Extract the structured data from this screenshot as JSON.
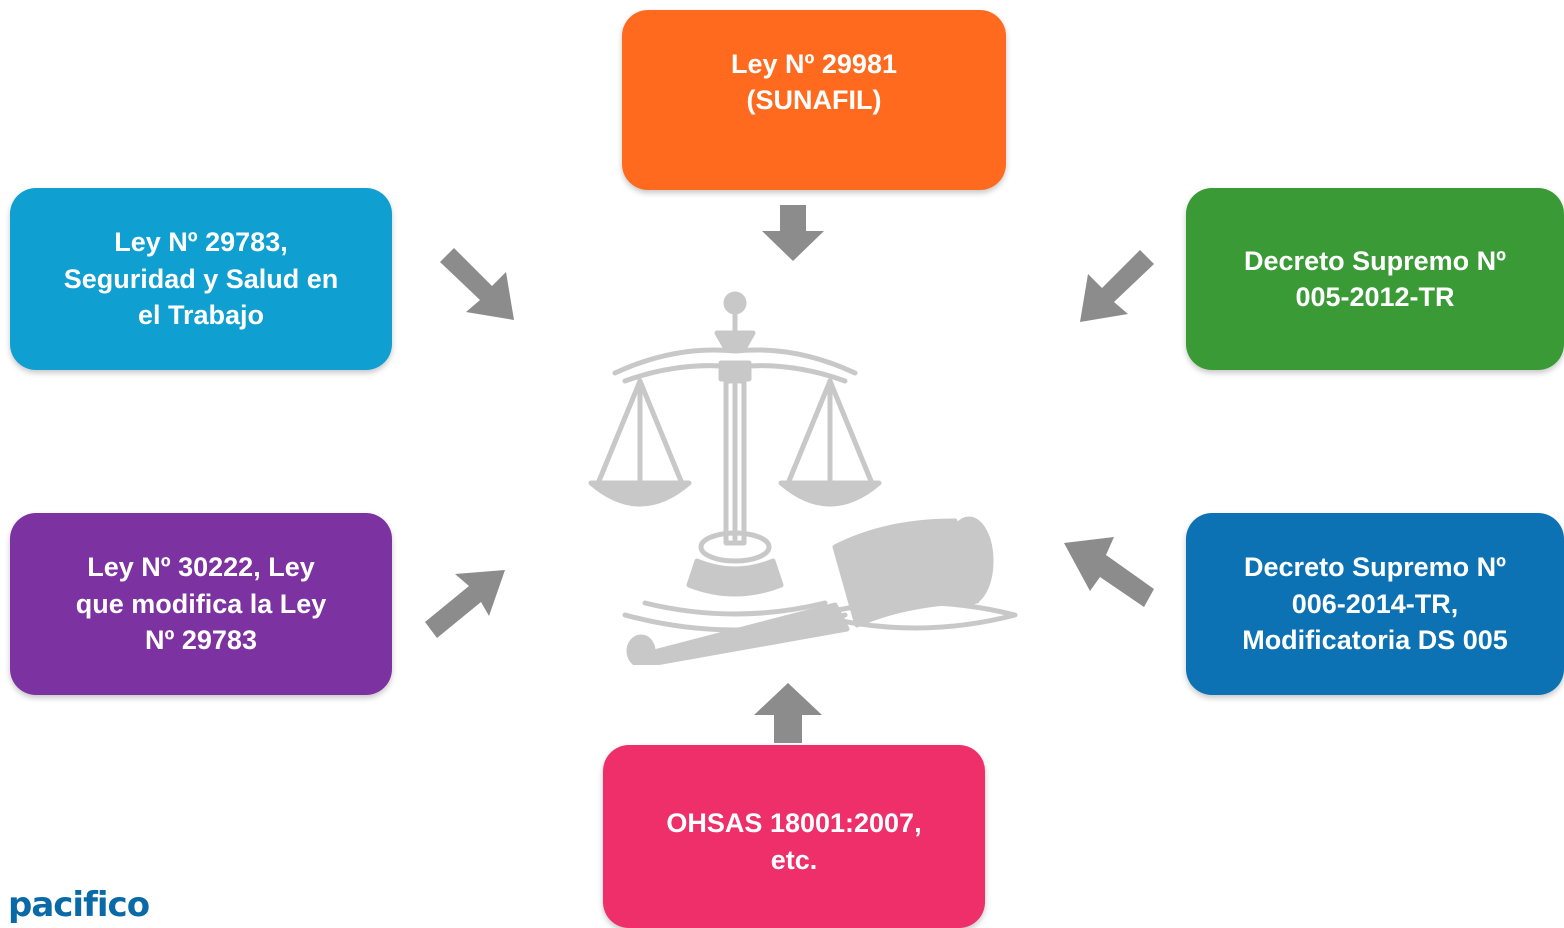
{
  "colors": {
    "top": "#ff6a1e",
    "top_left": "#0f9fd1",
    "top_right": "#3a9a36",
    "bottom_left": "#7c32a0",
    "bottom_right": "#0c72b3",
    "bottom": "#ee2f6a",
    "arrow": "#8c8c8c",
    "emblem": "#c8c8c8",
    "logo": "#0a6aa8"
  },
  "boxes": {
    "top": "Ley Nº 29981\n(SUNAFIL)",
    "top_left": "Ley Nº 29783,\nSeguridad y Salud en\nel Trabajo",
    "top_right": "Decreto Supremo Nº\n005-2012-TR",
    "bottom_left": "Ley Nº 30222, Ley\nque modifica la Ley\nNº 29783",
    "bottom_right": "Decreto Supremo Nº\n006-2014-TR,\nModificatoria DS 005",
    "bottom": "OHSAS 18001:2007,\netc."
  },
  "logo": "pacifico",
  "center_icon": "scales-of-justice-gavel-icon"
}
